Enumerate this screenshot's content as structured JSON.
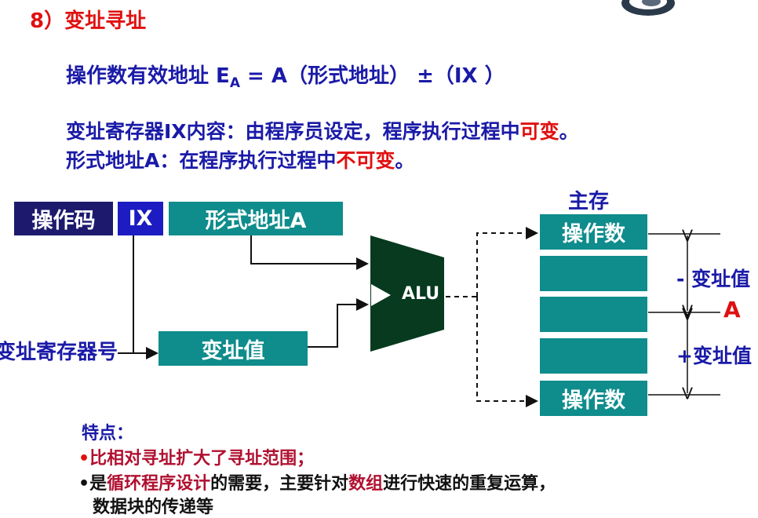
{
  "title": {
    "number": "8）",
    "text": "变址寻址"
  },
  "formula": {
    "prefix": "操作数有效地址 E",
    "subscript": "A",
    "suffix": " = A（形式地址） ±（IX ）"
  },
  "notes": [
    {
      "before": "变址寄存器IX内容：由程序员设定，程序执行过程中",
      "highlight": "可变",
      "after": "。"
    },
    {
      "before": "形式地址A：在程序执行过程中",
      "highlight": "不可变",
      "after": "。"
    }
  ],
  "diagram": {
    "instruction": {
      "opcode": "操作码",
      "ix": "IX",
      "address": "形式地址A"
    },
    "register_label": "变址寄存器号",
    "offset_box": "变址值",
    "alu": "ALU",
    "memory_title": "主存",
    "memory_cells": [
      "操作数",
      "",
      "",
      "",
      "操作数"
    ],
    "minus_label": "- 变址值",
    "a_label": "A",
    "plus_label": "+变址值"
  },
  "features": {
    "heading": "特点：",
    "items": [
      {
        "parts": [
          {
            "text": "比相对寻址扩大了寻址范围；",
            "style": "crimson"
          }
        ]
      },
      {
        "parts": [
          {
            "text": "是",
            "style": "dark"
          },
          {
            "text": "循环程序设计",
            "style": "crimson"
          },
          {
            "text": "的需要，主要针对",
            "style": "dark"
          },
          {
            "text": "数组",
            "style": "crimson"
          },
          {
            "text": "进行快速的重复运算，",
            "style": "dark"
          }
        ],
        "continuation": "数据块的传递等"
      }
    ]
  }
}
